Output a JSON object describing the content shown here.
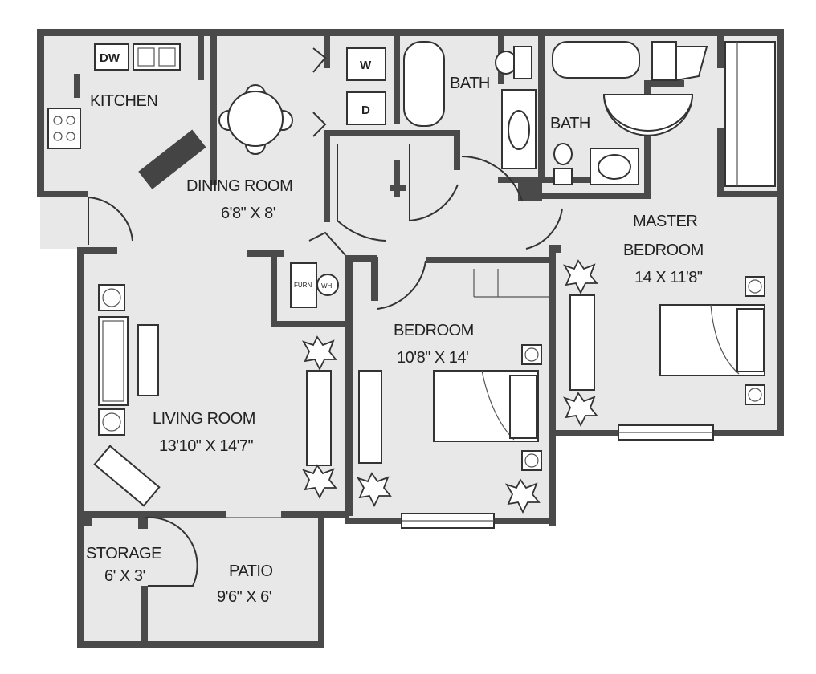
{
  "rooms": {
    "kitchen": "KITCHEN",
    "dining_name": "DINING ROOM",
    "dining_size": "6'8\" X 8'",
    "bath1": "BATH",
    "bath2": "BATH",
    "master_name_1": "MASTER",
    "master_name_2": "BEDROOM",
    "master_size": "14 X 11'8\"",
    "bedroom_name": "BEDROOM",
    "bedroom_size": "10'8\" X 14'",
    "living_name": "LIVING ROOM",
    "living_size": "13'10\" X 14'7\"",
    "storage_name": "STORAGE",
    "storage_size": "6' X 3'",
    "patio_name": "PATIO",
    "patio_size": "9'6\" X 6'"
  },
  "fixtures": {
    "dishwasher": "DW",
    "washer": "W",
    "dryer": "D",
    "furnace": "FURN",
    "water_heater": "WH"
  },
  "colors": {
    "wall": "#4a4a4a",
    "floor": "#e8e8e8",
    "line": "#333333"
  }
}
